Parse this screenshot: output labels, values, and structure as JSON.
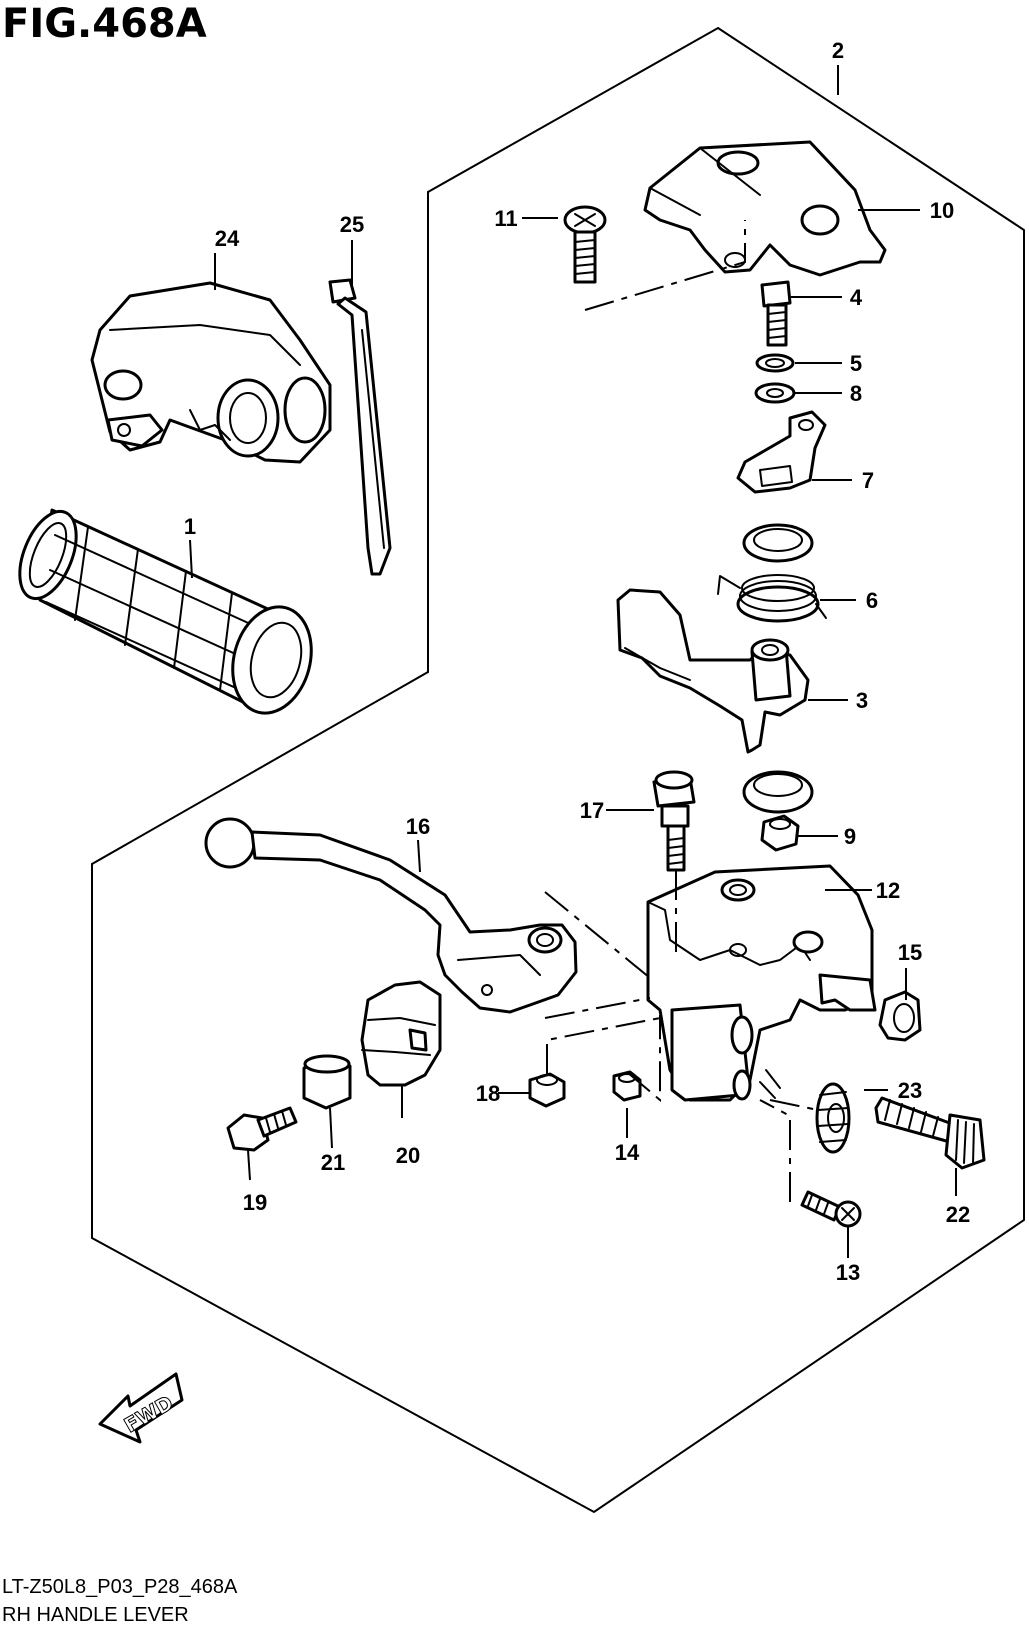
{
  "figure": {
    "title": "FIG.468A",
    "code": "LT-Z50L8_P03_P28_468A",
    "name": "RH HANDLE LEVER",
    "fwd_label": "FWD"
  },
  "parts": [
    {
      "id": "1",
      "label": "1"
    },
    {
      "id": "2",
      "label": "2"
    },
    {
      "id": "3",
      "label": "3"
    },
    {
      "id": "4",
      "label": "4"
    },
    {
      "id": "5",
      "label": "5"
    },
    {
      "id": "6",
      "label": "6"
    },
    {
      "id": "7",
      "label": "7"
    },
    {
      "id": "8",
      "label": "8"
    },
    {
      "id": "9",
      "label": "9"
    },
    {
      "id": "10",
      "label": "10"
    },
    {
      "id": "11",
      "label": "11"
    },
    {
      "id": "12",
      "label": "12"
    },
    {
      "id": "13",
      "label": "13"
    },
    {
      "id": "14",
      "label": "14"
    },
    {
      "id": "15",
      "label": "15"
    },
    {
      "id": "16",
      "label": "16"
    },
    {
      "id": "17",
      "label": "17"
    },
    {
      "id": "18",
      "label": "18"
    },
    {
      "id": "19",
      "label": "19"
    },
    {
      "id": "20",
      "label": "20"
    },
    {
      "id": "21",
      "label": "21"
    },
    {
      "id": "22",
      "label": "22"
    },
    {
      "id": "23",
      "label": "23"
    },
    {
      "id": "24",
      "label": "24"
    },
    {
      "id": "25",
      "label": "25"
    }
  ]
}
